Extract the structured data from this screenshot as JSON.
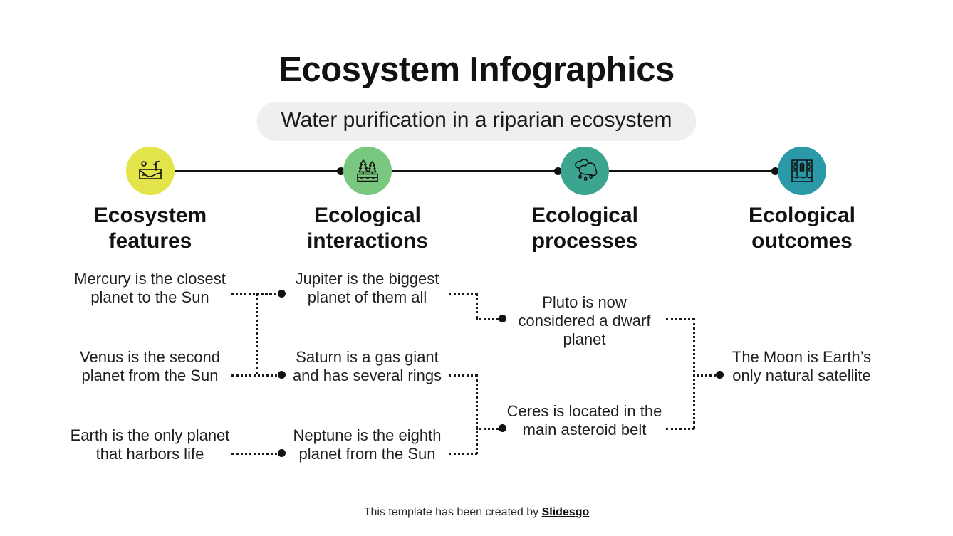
{
  "slide": {
    "title": "Ecosystem Infographics",
    "subtitle": "Water purification in a riparian ecosystem"
  },
  "timeline": {
    "nodes": [
      {
        "heading": "Ecosystem features",
        "icon": "desert-landscape-icon",
        "color": "#e3e34a"
      },
      {
        "heading": "Ecological interactions",
        "icon": "trees-over-water-icon",
        "color": "#7ac77f"
      },
      {
        "heading": "Ecological processes",
        "icon": "rain-cloud-icon",
        "color": "#3ca58f"
      },
      {
        "heading": "Ecological outcomes",
        "icon": "waterfall-icon",
        "color": "#2b9aa8"
      }
    ]
  },
  "columns": [
    {
      "heading_line1": "Ecosystem",
      "heading_line2": "features",
      "items": [
        "Mercury is the closest planet to the Sun",
        "Venus is the second planet from the Sun",
        "Earth is the only planet that harbors life"
      ]
    },
    {
      "heading_line1": "Ecological",
      "heading_line2": "interactions",
      "items": [
        "Jupiter is the biggest planet of them all",
        "Saturn is a gas giant and has several rings",
        "Neptune is the eighth planet from the Sun"
      ]
    },
    {
      "heading_line1": "Ecological",
      "heading_line2": "processes",
      "items": [
        "Pluto is now considered a dwarf planet",
        "Ceres is located in the main asteroid belt"
      ]
    },
    {
      "heading_line1": "Ecological",
      "heading_line2": "outcomes",
      "items": [
        "The Moon is Earth’s only natural satellite"
      ]
    }
  ],
  "footer": {
    "text": "This template has been created by ",
    "brand": "Slidesgo"
  }
}
